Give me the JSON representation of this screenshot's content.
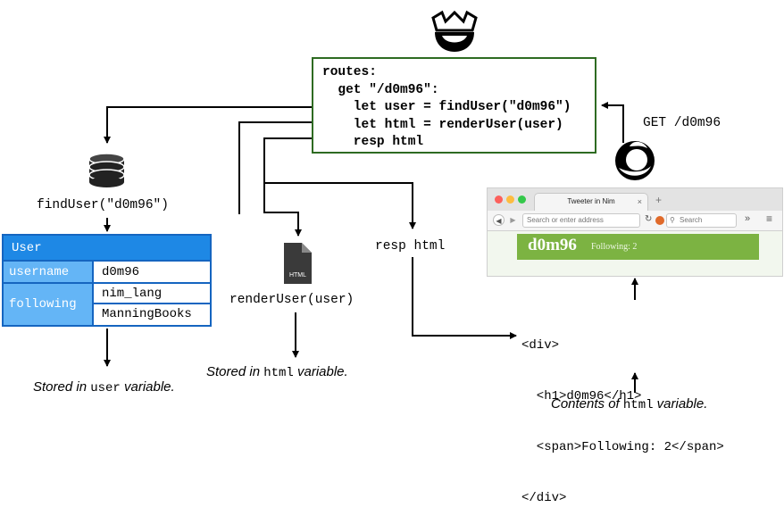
{
  "routes_box": {
    "lines": [
      "routes:",
      "  get \"/d0m96\":",
      "    let user = findUser(\"d0m96\")",
      "    let html = renderUser(user)",
      "    resp html"
    ]
  },
  "labels": {
    "get_request": "GET /d0m96",
    "find_user_call": "findUser(\"d0m96\")",
    "render_user_call": "renderUser(user)",
    "resp_html": "resp html"
  },
  "user_table": {
    "header": "User",
    "rows": [
      {
        "key": "username",
        "values": [
          "d0m96"
        ]
      },
      {
        "key": "following",
        "values": [
          "nim_lang",
          "ManningBooks"
        ]
      }
    ]
  },
  "html_file_icon": {
    "label": "HTML"
  },
  "captions": {
    "user": {
      "before": "Stored in ",
      "code": "user",
      "after": " variable."
    },
    "html_stored": {
      "before": "Stored in ",
      "code": "html",
      "after": " variable."
    },
    "html_contents": {
      "before": "Contents of ",
      "code": "html",
      "after": " variable."
    }
  },
  "html_output": {
    "lines": [
      "<div>",
      "  <h1>d0m96</h1>",
      "  <span>Following: 2</span>",
      "</div>"
    ]
  },
  "browser": {
    "tab_title": "Tweeter in Nim",
    "tab_close": "×",
    "new_tab": "+",
    "url_placeholder": "Search or enter address",
    "search_placeholder": "Search",
    "page_heading": "d0m96",
    "page_following": "Following: 2"
  },
  "icons": {
    "server": "crown-mascot-icon",
    "database": "database-icon",
    "file": "html-file-icon",
    "client": "firefox-icon"
  },
  "colors": {
    "routes_border": "#2e6b22",
    "table_header": "#1e88e5",
    "table_key": "#64b5f6",
    "table_border": "#1565c0",
    "page_bar": "#7cb342"
  }
}
